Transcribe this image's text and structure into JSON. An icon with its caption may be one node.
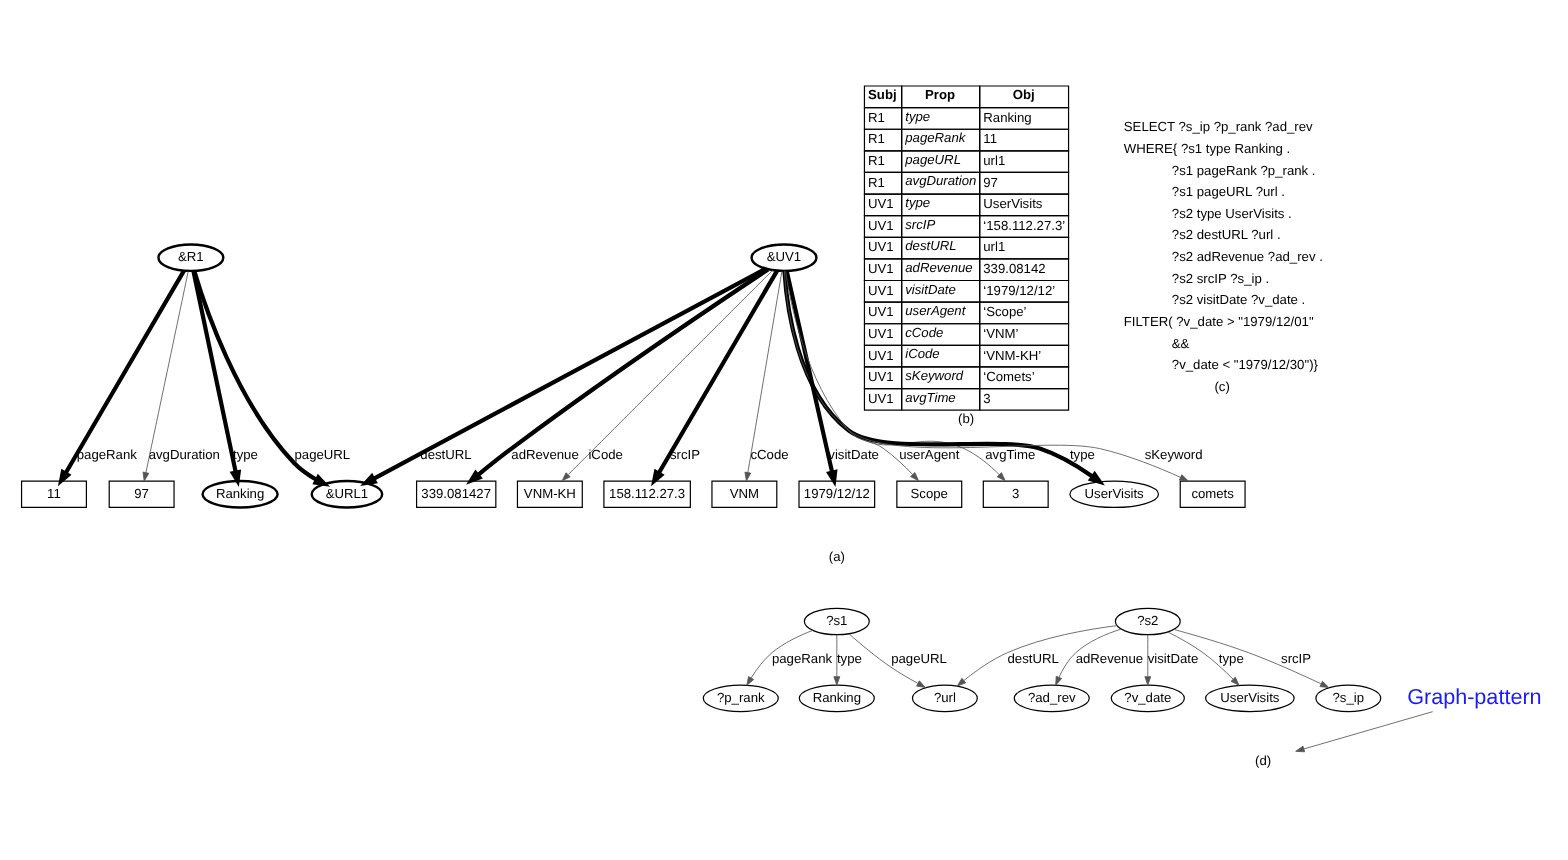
{
  "diagram": {
    "nodes": [
      {
        "text": [
          "&R1"
        ]
      },
      {
        "text": [
          "&URL1"
        ]
      },
      {
        "text": [
          "&UV1"
        ]
      },
      {
        "text": [
          "3"
        ]
      },
      {
        "text": [
          "Ranking"
        ]
      },
      {
        "text": [
          "UserVisits"
        ]
      },
      {
        "text": [
          "comets"
        ]
      },
      {
        "text": [
          "11"
        ]
      },
      {
        "text": [
          "97"
        ]
      },
      {
        "text": [
          "339.081427"
        ]
      },
      {
        "text": [
          "VNM-KH"
        ]
      },
      {
        "text": [
          "158.112.27.3"
        ]
      },
      {
        "text": [
          "VNM"
        ]
      },
      {
        "text": [
          "1979/12/12"
        ]
      },
      {
        "text": [
          "Scope"
        ]
      },
      {
        "text": [
          "?s1"
        ]
      },
      {
        "text": [
          "?s2"
        ]
      },
      {
        "text": [
          "?url"
        ]
      },
      {
        "text": [
          "Ranking"
        ]
      },
      {
        "text": [
          "UserVisits"
        ]
      },
      {
        "text": [
          "?s_ip"
        ]
      },
      {
        "text": [
          "?p_rank"
        ]
      },
      {
        "text": [
          "?ad_rev"
        ]
      },
      {
        "text": [
          "?v_date"
        ]
      },
      {
        "text": [
          "Graph-pattern"
        ]
      },
      {
        "text": [
          "(d)"
        ]
      }
    ],
    "edges": [
      {
        "from": 0,
        "to": 4,
        "arrow": "to",
        "label": "type",
        "style": "thick"
      },
      {
        "from": 0,
        "to": 7,
        "arrow": "to",
        "label": "pageRank",
        "style": "thick"
      },
      {
        "from": 0,
        "to": 8,
        "arrow": "to",
        "label": "avgDuration"
      },
      {
        "from": 0,
        "to": 1,
        "arrow": "to",
        "label": "pageURL",
        "style": "thick"
      },
      {
        "from": 2,
        "to": 1,
        "arrow": "to",
        "label": "destURL",
        "style": "thick"
      },
      {
        "from": 2,
        "to": 5,
        "arrow": "to",
        "label": "type",
        "style": "thick"
      },
      {
        "from": 2,
        "to": 9,
        "arrow": "to",
        "label": "adRevenue",
        "style": "thick"
      },
      {
        "from": 2,
        "to": 11,
        "arrow": "to",
        "label": "srcIP",
        "style": "thick"
      },
      {
        "from": 2,
        "to": 13,
        "arrow": "to",
        "label": "visitDate",
        "style": "thick"
      },
      {
        "from": 2,
        "to": 14,
        "arrow": "to",
        "label": "userAgent"
      },
      {
        "from": 2,
        "to": 12,
        "arrow": "to",
        "label": "cCode"
      },
      {
        "from": 2,
        "to": 10,
        "arrow": "to",
        "label": "iCode"
      },
      {
        "from": 2,
        "to": 6,
        "arrow": "to",
        "label": "sKeyword"
      },
      {
        "from": 2,
        "to": 3,
        "arrow": "to",
        "label": "avgTime"
      },
      {
        "from": 15,
        "to": 18,
        "arrow": "to",
        "label": "type"
      },
      {
        "from": 15,
        "to": 21,
        "arrow": "to",
        "label": "pageRank"
      },
      {
        "from": 15,
        "to": 17,
        "arrow": "to",
        "label": "pageURL"
      },
      {
        "from": 16,
        "to": 17,
        "arrow": "to",
        "label": "destURL"
      },
      {
        "from": 16,
        "to": 19,
        "arrow": "to",
        "label": "type"
      },
      {
        "from": 16,
        "to": 20,
        "arrow": "to",
        "label": "srcIP"
      },
      {
        "from": 16,
        "to": 22,
        "arrow": "to",
        "label": "adRevenue"
      },
      {
        "from": 16,
        "to": 23,
        "arrow": "to",
        "label": "visitDate"
      },
      {
        "from": 24,
        "to": 25,
        "arrow": "to"
      }
    ],
    "labels": [
      "Subj",
      "Prop",
      "Obj",
      "R1",
      "type",
      "Ranking",
      "R1",
      "pageRank",
      "11",
      "R1",
      "pageURL",
      "url1",
      "R1",
      "avgDuration",
      "97",
      "UV1",
      "type",
      "UserVisits",
      "UV1",
      "srcIP",
      "‘158.112.27.3’",
      "UV1",
      "destURL",
      "url1",
      "UV1",
      "adRevenue",
      "339.08142",
      "UV1",
      "visitDate",
      "‘1979/12/12’",
      "UV1",
      "userAgent",
      "‘Scope’",
      "UV1",
      "cCode",
      "‘VNM’",
      "UV1",
      "iCode",
      "‘VNM-KH’",
      "UV1",
      "sKeyword",
      "‘Comets’",
      "UV1",
      "avgTime",
      "3",
      "(b)",
      "SELECT ?s_ip ?p_rank ?ad_rev",
      "WHERE{ ?s1 type Ranking .",
      "?s1 pageRank ?p_rank .",
      "?s1 pageURL ?url .",
      "?s2 type UserVisits .",
      "?s2 destURL ?url .",
      "?s2 adRevenue ?ad_rev .",
      "?s2 srcIP ?s_ip .",
      "?s2 visitDate ?v_date .",
      "FILTER( ?v_date > \"1979/12/01\"",
      "&&",
      "?v_date < \"1979/12/30\")}",
      "(c)",
      "(a)"
    ]
  }
}
